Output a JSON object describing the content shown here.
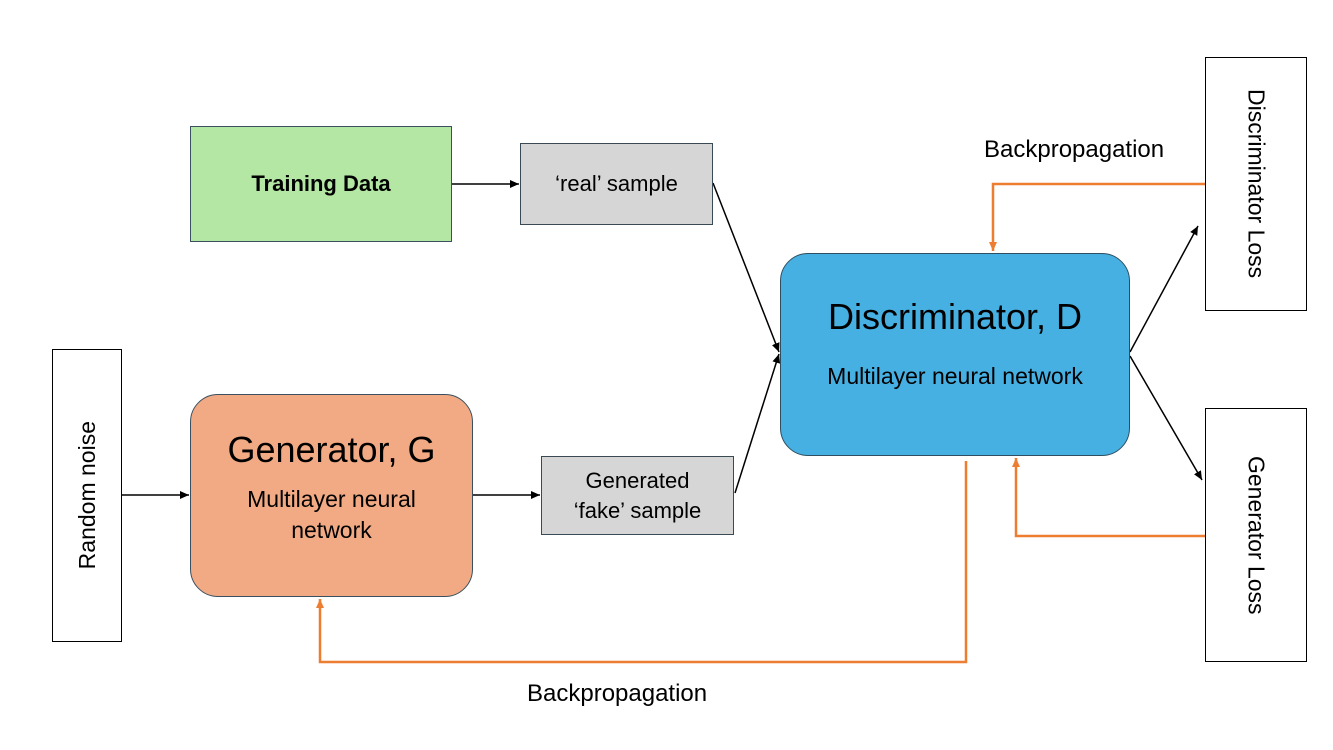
{
  "nodes": {
    "random_noise": "Random noise",
    "training_data": "Training Data",
    "real_sample": "‘real’ sample",
    "generator_title": "Generator, G",
    "generator_sub": "Multilayer neural network",
    "fake_sample_line1": "Generated",
    "fake_sample_line2": "‘fake’ sample",
    "discriminator_title": "Discriminator, D",
    "discriminator_sub": "Multilayer neural network",
    "discriminator_loss": "Discriminator Loss",
    "generator_loss": "Generator Loss"
  },
  "labels": {
    "backprop_top": "Backpropagation",
    "backprop_bottom": "Backpropagation"
  },
  "colors": {
    "feedback_arrow": "#ed7d31",
    "flow_arrow": "#000000"
  }
}
